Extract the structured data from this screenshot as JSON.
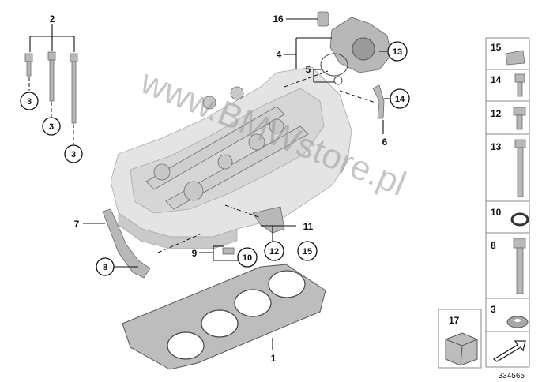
{
  "diagram": {
    "watermark": "www.BMWstore.pl",
    "image_number": "334565",
    "callouts": {
      "c1": "1",
      "c2": "2",
      "c3a": "3",
      "c3b": "3",
      "c3c": "3",
      "c4": "4",
      "c5": "5",
      "c6": "6",
      "c7": "7",
      "c8": "8",
      "c9": "9",
      "c10": "10",
      "c11": "11",
      "c12": "12",
      "c13": "13",
      "c14": "14",
      "c15": "15",
      "c16": "16"
    },
    "legend": {
      "l15": "15",
      "l14": "14",
      "l12": "12",
      "l13": "13",
      "l10": "10",
      "l8": "8",
      "l3": "3"
    },
    "kit_label": "17"
  }
}
